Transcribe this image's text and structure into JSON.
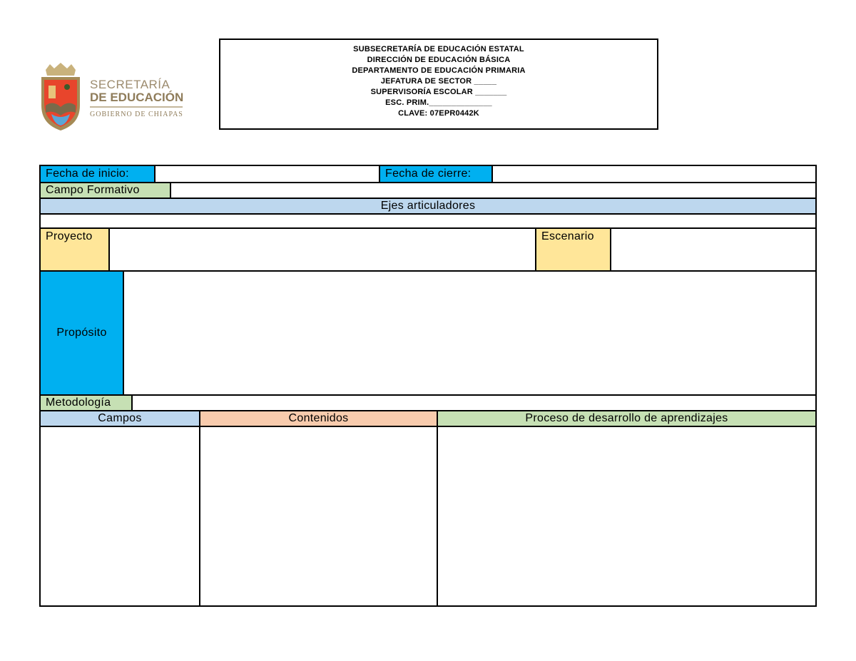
{
  "logo": {
    "line1": "SECRETARÍA",
    "line2": "DE EDUCACIÓN",
    "line3": "GOBIERNO DE CHIAPAS"
  },
  "header": {
    "lines": [
      "SUBSECRETARÍA DE EDUCACIÓN ESTATAL",
      "DIRECCIÓN DE EDUCACIÓN BÁSICA",
      "DEPARTAMENTO DE EDUCACIÓN PRIMARIA",
      "JEFATURA DE SECTOR _____",
      "SUPERVISORÍA ESCOLAR _______",
      "ESC. PRIM.______________",
      "CLAVE: 07EPR0442K"
    ]
  },
  "form": {
    "fecha_inicio_label": "Fecha de inicio:",
    "fecha_inicio_value": "",
    "fecha_cierre_label": "Fecha de cierre:",
    "fecha_cierre_value": "",
    "campo_formativo_label": "Campo Formativo",
    "campo_formativo_value": "",
    "ejes_label": "Ejes articuladores",
    "ejes_value": "",
    "proyecto_label": "Proyecto",
    "proyecto_value": "",
    "escenario_label": "Escenario",
    "escenario_value": "",
    "proposito_label": "Propósito",
    "proposito_value": "",
    "metodologia_label": "Metodología",
    "metodologia_value": "",
    "columns": [
      "Campos",
      "Contenidos",
      "Proceso de desarrollo de aprendizajes"
    ],
    "column_values": [
      "",
      "",
      ""
    ]
  },
  "colors": {
    "blue": "#00b0f0",
    "green": "#c6e0b4",
    "light_blue": "#bdd7ee",
    "yellow": "#ffe699",
    "peach": "#f8cbad"
  }
}
